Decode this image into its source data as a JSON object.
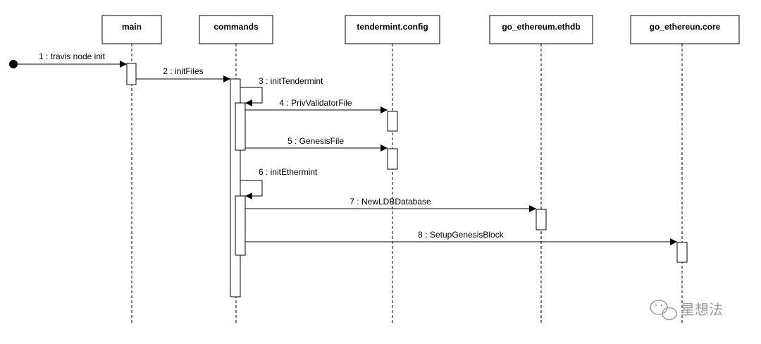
{
  "participants": [
    {
      "id": "main",
      "label": "main"
    },
    {
      "id": "commands",
      "label": "commands"
    },
    {
      "id": "tm",
      "label": "tendermint.config"
    },
    {
      "id": "ethdb",
      "label": "go_ethereum.ethdb"
    },
    {
      "id": "core",
      "label": "go_ethereun.core"
    }
  ],
  "messages": [
    {
      "n": "1",
      "label": "1 : travis node init"
    },
    {
      "n": "2",
      "label": "2 : initFiles"
    },
    {
      "n": "3",
      "label": "3 : initTendermint"
    },
    {
      "n": "4",
      "label": "4 : PrivValidatorFile"
    },
    {
      "n": "5",
      "label": "5 : GenesisFile"
    },
    {
      "n": "6",
      "label": "6 : initEthermint"
    },
    {
      "n": "7",
      "label": "7 : NewLDBDatabase"
    },
    {
      "n": "8",
      "label": "8 : SetupGenesisBlock"
    }
  ],
  "watermark": {
    "icon": "wechat-icon",
    "text": "星想法"
  }
}
